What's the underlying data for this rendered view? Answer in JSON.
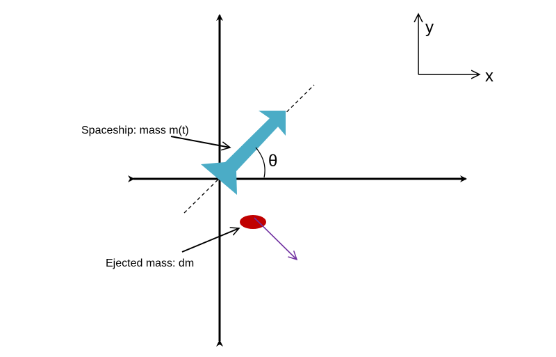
{
  "labels": {
    "spaceship": "Spaceship: mass m(t)",
    "ejected_mass": "Ejected mass: dm",
    "theta": "θ",
    "axis_x": "x",
    "axis_y": "y"
  },
  "colors": {
    "spaceship": "#4bacc6",
    "ejected_mass": "#c00000",
    "velocity_arrow": "#7030a0",
    "axes": "#000000",
    "background": "#ffffff"
  }
}
